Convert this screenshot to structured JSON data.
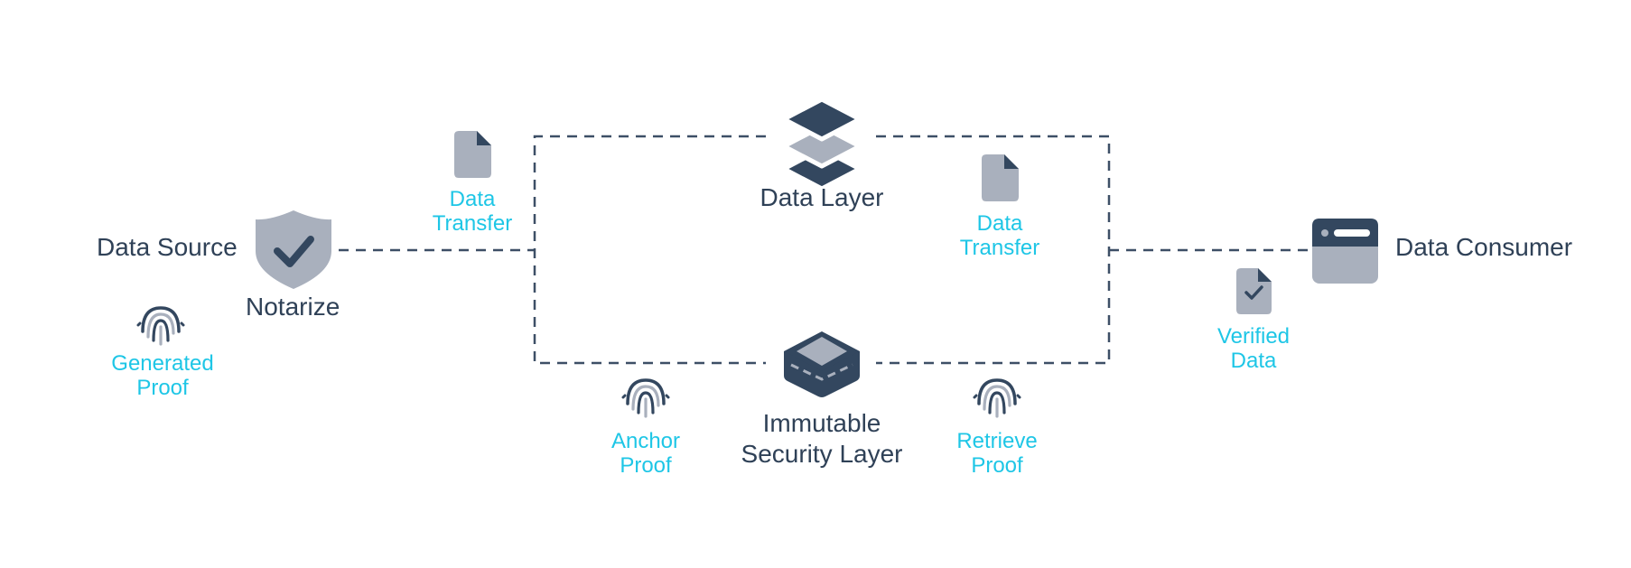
{
  "colors": {
    "dark": "#33475f",
    "light": "#a9b0bd",
    "cyan": "#1ec6e6",
    "text": "#2f4157",
    "line": "#3d4f66"
  },
  "nodes": {
    "data_source": "Data Source",
    "notarize": "Notarize",
    "data_layer": "Data Layer",
    "security_layer": [
      "Immutable",
      "Security Layer"
    ],
    "data_consumer": "Data Consumer"
  },
  "annotations": {
    "generated_proof": [
      "Generated",
      "Proof"
    ],
    "data_transfer_left": [
      "Data",
      "Transfer"
    ],
    "data_transfer_right": [
      "Data",
      "Transfer"
    ],
    "anchor_proof": [
      "Anchor",
      "Proof"
    ],
    "retrieve_proof": [
      "Retrieve",
      "Proof"
    ],
    "verified_data": [
      "Verified",
      "Data"
    ]
  },
  "icons": {
    "notarize": "shield-check-icon",
    "data_layer": "layers-icon",
    "security_layer": "secure-stack-icon",
    "data_consumer": "browser-window-icon",
    "document": "document-icon",
    "verified_document": "document-check-icon",
    "fingerprint": "fingerprint-icon"
  }
}
